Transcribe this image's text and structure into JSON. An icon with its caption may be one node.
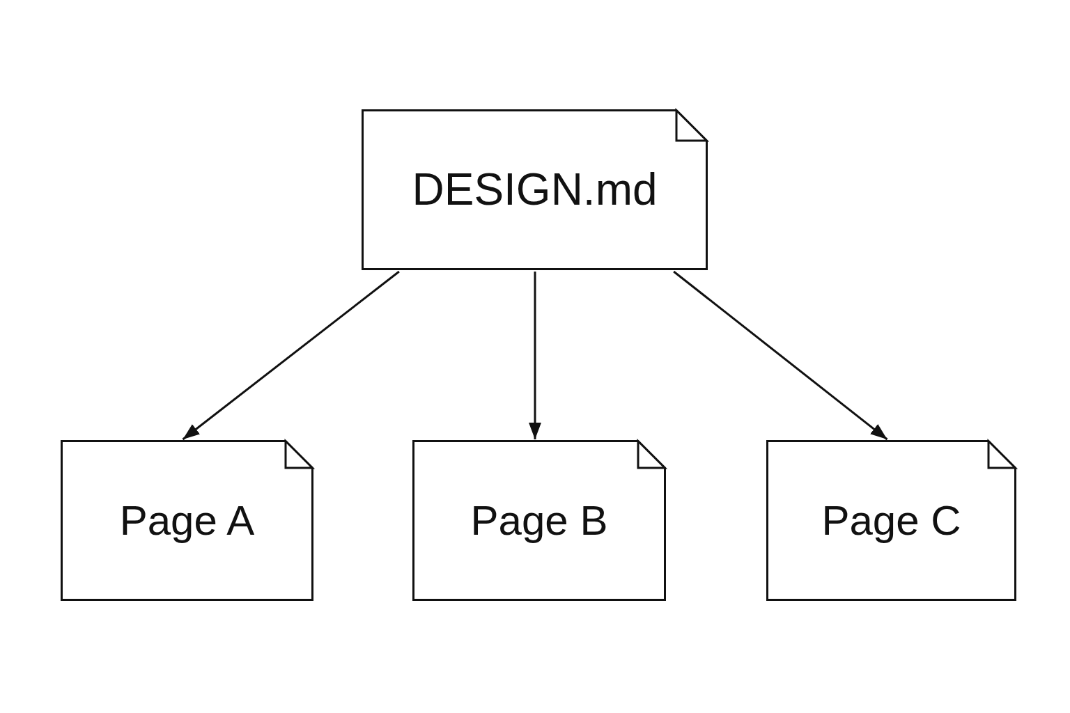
{
  "diagram": {
    "nodes": [
      {
        "text": [
          "DESIGN.md"
        ]
      },
      {
        "text": [
          "Page A"
        ]
      },
      {
        "text": [
          "Page B"
        ]
      },
      {
        "text": [
          "Page C"
        ]
      }
    ],
    "edges": [
      {
        "from": 0,
        "to": 1,
        "arrow": "to"
      },
      {
        "from": 0,
        "to": 2,
        "arrow": "to"
      },
      {
        "from": 0,
        "to": 3,
        "arrow": "to"
      }
    ]
  }
}
